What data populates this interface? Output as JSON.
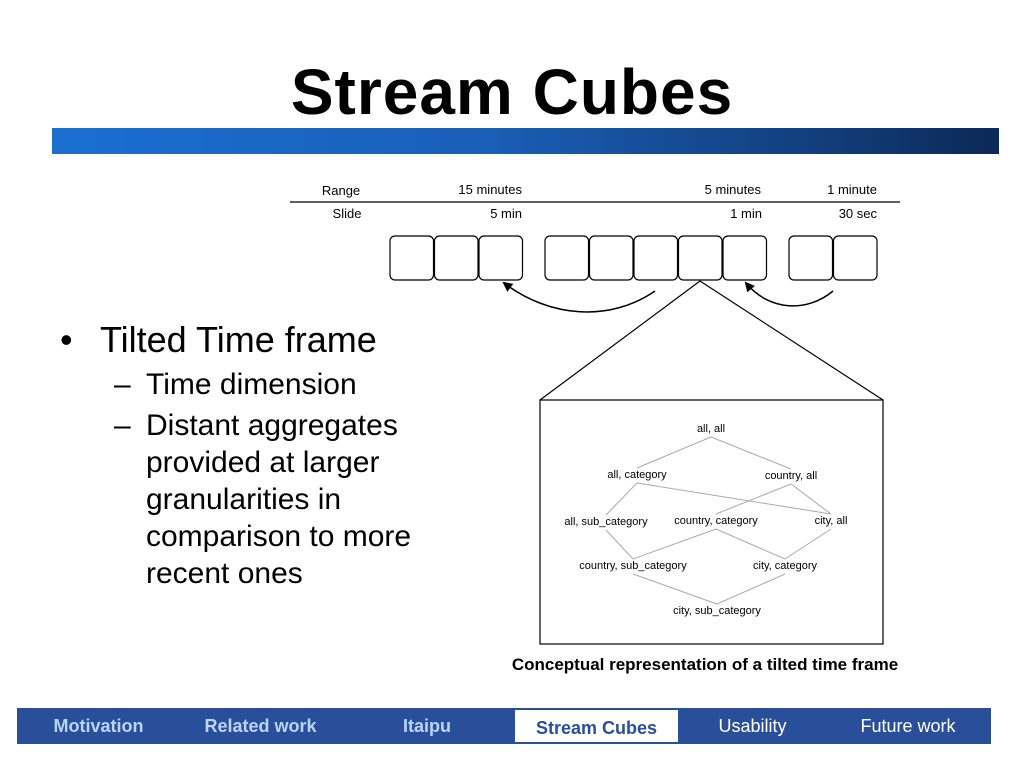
{
  "slide": {
    "title": "Stream Cubes",
    "bullets": {
      "level1": "Tilted Time frame",
      "sub": [
        "Time dimension",
        "Distant aggregates provided at larger granularities in comparison to more recent ones"
      ]
    },
    "caption": "Conceptual representation of a tilted time frame"
  },
  "diagram": {
    "header_labels": {
      "range": "Range",
      "slide": "Slide",
      "range_values": [
        "15 minutes",
        "5 minutes",
        "1 minute"
      ],
      "slide_values": [
        "5 min",
        "1 min",
        "30 sec"
      ]
    },
    "window_groups": [
      3,
      5,
      2
    ],
    "lattice_nodes": [
      "all, all",
      "all, category",
      "country, all",
      "all, sub_category",
      "country, category",
      "city, all",
      "country, sub_category",
      "city, category",
      "city, sub_category"
    ]
  },
  "nav": {
    "items": [
      "Motivation",
      "Related work",
      "Itaipu",
      "Stream Cubes",
      "Usability",
      "Future work"
    ],
    "active": "Stream Cubes"
  }
}
